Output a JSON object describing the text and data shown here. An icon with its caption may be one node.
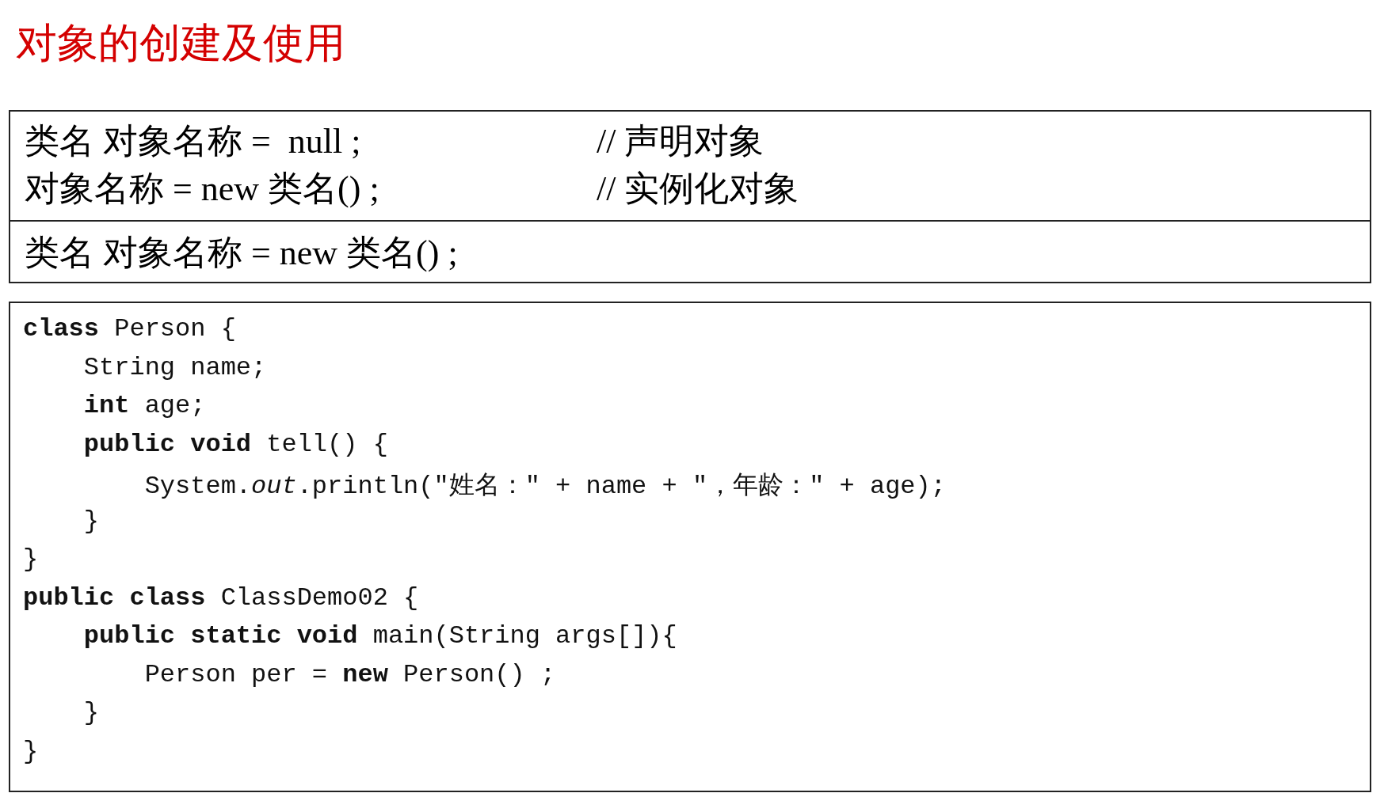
{
  "diagram": {
    "title": "对象的创建及使用",
    "nodes": [
      {
        "text": [
          "类名 对象名称 =  null ;",
          "// 声明对象",
          "对象名称 = new 类名() ;",
          "// 实例化对象"
        ]
      },
      {
        "text": [
          "类名 对象名称 = new 类名() ;"
        ]
      },
      {
        "text": [
          "**class** Person {",
          "    String name;",
          "    **int** age;",
          "    **public void** tell() {",
          "        System.*out*.println(\"姓名：\" + name + \"，年龄：\" + age);",
          "    }",
          "}",
          "**public class** ClassDemo02 {",
          "    **public static void** main(String args[]){",
          "        Person per = **new** Person() ;",
          "    }",
          "}"
        ]
      }
    ]
  }
}
